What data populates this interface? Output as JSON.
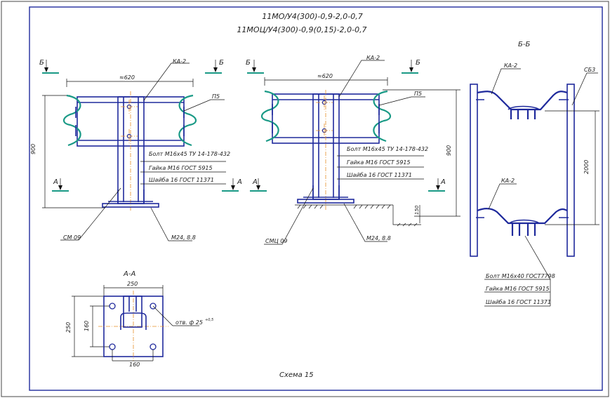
{
  "title": {
    "line1": "11МО/У4(300)-0,9-2,0-0,7",
    "line2": "11МОЦ/У4(300)-0,9(0,15)-2,0-0,7"
  },
  "section_marks": {
    "b": "Б",
    "a": "А",
    "b_b": "Б-Б",
    "a_a": "А-А"
  },
  "view_left": {
    "width_dim": "≈620",
    "height_dim": "900",
    "ka": "КА-2",
    "p5": "П5",
    "bolt": "Болт М16х45 ТУ 14-178-432",
    "nut": "Гайка М16 ГОСТ 5915",
    "washer": "Шайба 16 ГОСТ 11371",
    "post": "СМ 09",
    "anchor": "М24, 8.8"
  },
  "view_middle": {
    "width_dim": "≈620",
    "height_dim": "900",
    "depth_dim": "150",
    "ka": "КА-2",
    "p5": "П5",
    "bolt": "Болт М16х45 ТУ 14-178-432",
    "nut": "Гайка М16 ГОСТ 5915",
    "washer": "Шайба 16 ГОСТ 11371",
    "post": "СМЦ 09",
    "anchor": "М24, 8.8"
  },
  "view_right": {
    "ka_top": "КА-2",
    "ka_bottom": "КА-2",
    "sb": "СБ3",
    "spacing_dim": "2000",
    "bolt": "Болт М16х40 ГОСТ7798",
    "nut": "Гайка М16 ГОСТ 5915",
    "washer": "Шайба 16 ГОСТ 11371"
  },
  "plate": {
    "width_top": "250",
    "height_left": "250",
    "inner_v": "160",
    "inner_h": "160",
    "hole": "отв. ф 25",
    "hole_tol": "+0,5"
  },
  "caption": "Схема 15",
  "colors": {
    "line": "#1f2a9c",
    "barrier": "#1a9a86",
    "axis": "#e6902a"
  }
}
